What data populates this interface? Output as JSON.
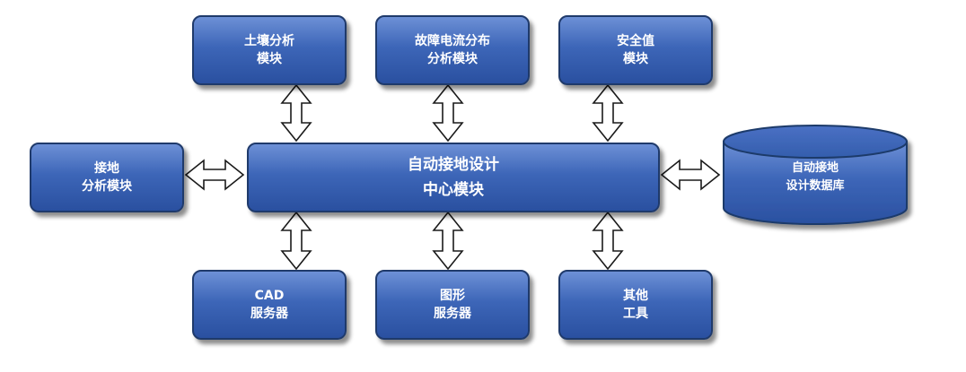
{
  "modules": {
    "soil": [
      "土壤分析",
      "模块"
    ],
    "fault_current": [
      "故障电流分布",
      "分析模块"
    ],
    "safety": [
      "安全值",
      "模块"
    ],
    "grounding": [
      "接地",
      "分析模块"
    ],
    "center": [
      "自动接地设计",
      "中心模块"
    ],
    "cad": [
      "CAD",
      "服务器"
    ],
    "graphics": [
      "图形",
      "服务器"
    ],
    "other": [
      "其他",
      "工具"
    ]
  },
  "database": [
    "自动接地",
    "设计数据库"
  ],
  "colors": {
    "box_top": "#6d90d6",
    "box_mid": "#3d66b8",
    "box_bottom": "#2a50a0",
    "border": "#1f3a6b",
    "arrow_fill": "#ffffff",
    "arrow_stroke": "#1a1a1a"
  }
}
